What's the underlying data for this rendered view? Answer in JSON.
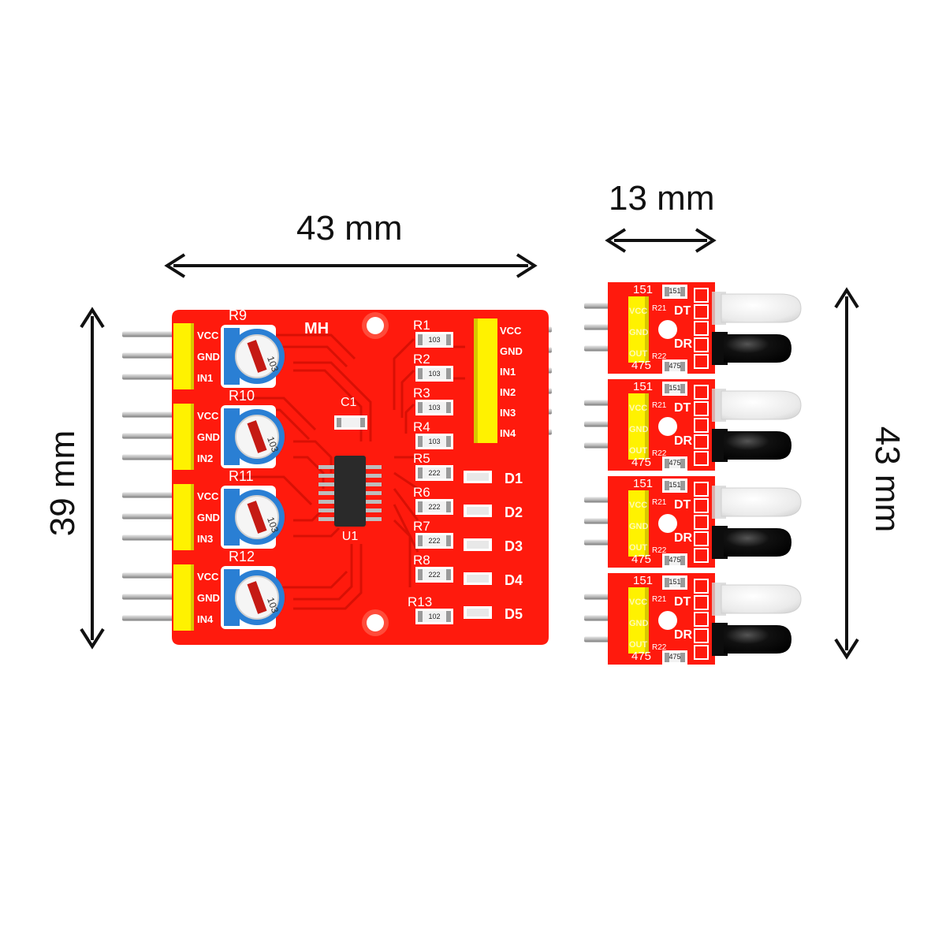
{
  "dimensions": {
    "main_width": "43 mm",
    "main_height": "39 mm",
    "sensor_width": "13 mm",
    "sensor_height": "43 mm"
  },
  "main_board": {
    "brand": "MH",
    "left_headers": [
      {
        "pins": [
          "VCC",
          "GND",
          "IN1"
        ],
        "pot": "R9",
        "pot_code": "103"
      },
      {
        "pins": [
          "VCC",
          "GND",
          "IN2"
        ],
        "pot": "R10",
        "pot_code": "103"
      },
      {
        "pins": [
          "VCC",
          "GND",
          "IN3"
        ],
        "pot": "R11",
        "pot_code": "103"
      },
      {
        "pins": [
          "VCC",
          "GND",
          "IN4"
        ],
        "pot": "R12",
        "pot_code": "103"
      }
    ],
    "right_header": [
      "VCC",
      "GND",
      "IN1",
      "IN2",
      "IN3",
      "IN4"
    ],
    "resistors_top": [
      {
        "label": "R1",
        "code": "103"
      },
      {
        "label": "R2",
        "code": "103"
      },
      {
        "label": "R3",
        "code": "103"
      },
      {
        "label": "R4",
        "code": "103"
      }
    ],
    "resistors_led": [
      {
        "label": "R5",
        "code": "222"
      },
      {
        "label": "R6",
        "code": "222"
      },
      {
        "label": "R7",
        "code": "222"
      },
      {
        "label": "R8",
        "code": "222"
      },
      {
        "label": "R13",
        "code": "102"
      }
    ],
    "leds": [
      "D1",
      "D2",
      "D3",
      "D4",
      "D5"
    ],
    "capacitor": "C1",
    "ic": "U1"
  },
  "sensor_board": {
    "count": 4,
    "pins": [
      "VCC",
      "GND",
      "OUT"
    ],
    "r21_label": "R21",
    "r21_code": "151",
    "r21_side_code": "151",
    "r22_label": "R22",
    "r22_code": "475",
    "r22_side_code": "475",
    "dt": "DT",
    "dr": "DR"
  },
  "colors": {
    "pcb": "#ff1a0d",
    "pcb_dark": "#d40f05",
    "header": "#fff200",
    "pin": "#b9b9b9",
    "pot": "#2a7fd4",
    "ic": "#2a2a2a",
    "ir_receiver": "#111111"
  }
}
